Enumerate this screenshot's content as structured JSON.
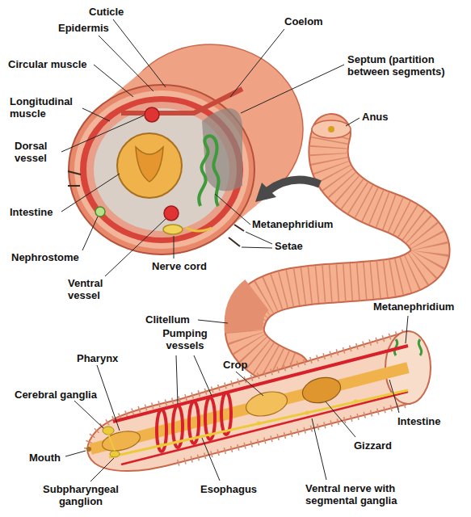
{
  "diagram": {
    "labels": [
      "Cuticle",
      "Epidermis",
      "Coelom",
      "Circular muscle",
      "Septum (partition between segments)",
      "Longitudinal muscle",
      "Anus",
      "Dorsal vessel",
      "Intestine",
      "Metanephridium",
      "Nephrostome",
      "Setae",
      "Ventral vessel",
      "Nerve cord",
      "Clitellum",
      "Metanephridium",
      "Pumping vessels",
      "Pharynx",
      "Crop",
      "Cerebral ganglia",
      "Intestine",
      "Gizzard",
      "Mouth",
      "Subpharyngeal ganglion",
      "Esophagus",
      "Ventral nerve with segmental ganglia"
    ]
  }
}
